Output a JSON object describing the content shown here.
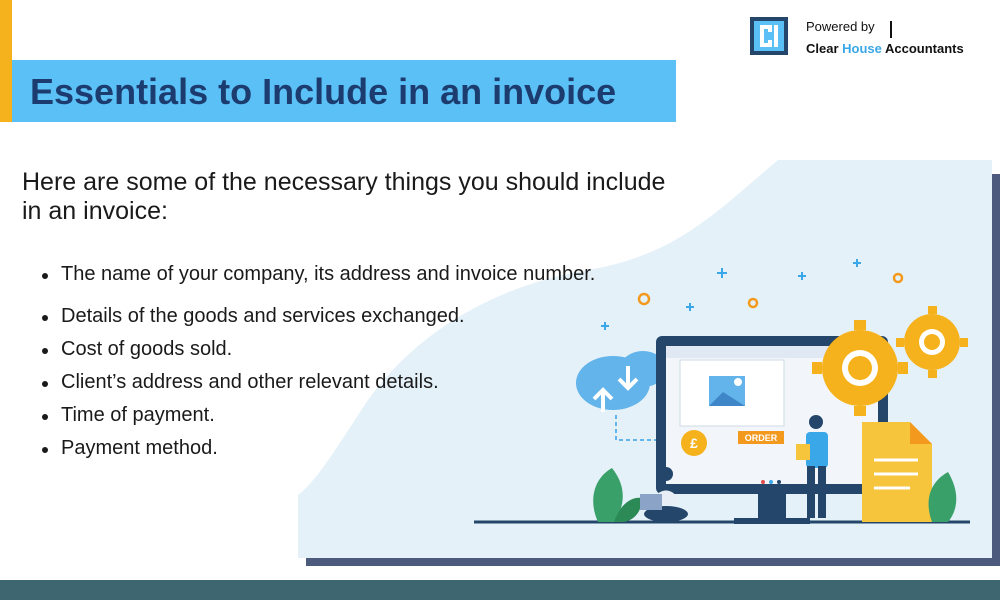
{
  "header": {
    "title": "Essentials to Include in an invoice",
    "accent_color": "#f6b21c",
    "band_color": "#5ac0f5",
    "title_color": "#1c3b6e"
  },
  "branding": {
    "powered_by": "Powered by",
    "company_part1": "Clear ",
    "company_highlight": "House",
    "company_part2": " Accountants",
    "logo_icon": "clear-house-logo"
  },
  "body": {
    "intro": "Here are some of the necessary things you should include in an invoice:",
    "items": [
      "The name of your company, its address and invoice number.",
      "Details of the goods and services exchanged.",
      "Cost of goods sold.",
      "Client’s address and other relevant details.",
      "Time of payment.",
      "Payment method."
    ]
  },
  "illustration": {
    "order_label": "ORDER",
    "coin_symbol": "£"
  },
  "footer": {
    "color": "#3e6670"
  }
}
